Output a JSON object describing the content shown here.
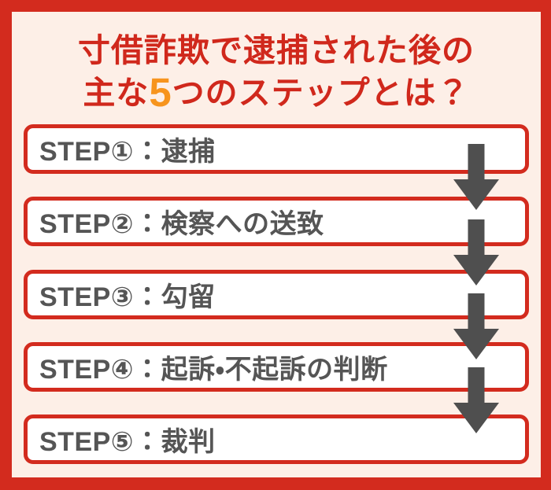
{
  "title": {
    "line1": "寸借詐欺で逮捕された後の",
    "line2_prefix": "主な",
    "line2_highlight": "5",
    "line2_suffix": "つのステップとは？"
  },
  "steps": [
    {
      "label": "STEP①：逮捕"
    },
    {
      "label": "STEP②：検察への送致"
    },
    {
      "label": "STEP③：勾留"
    },
    {
      "label": "STEP④：起訴・不起訴の判断"
    },
    {
      "label": "STEP⑤：裁判"
    }
  ],
  "icons": {
    "between_steps": "down-arrow-icon",
    "arrow_count": 4
  },
  "colors": {
    "frame_red": "#d32b1e",
    "box_border_red": "#d32b1e",
    "title_red": "#d0281c",
    "highlight_orange": "#f7941d",
    "background_cream": "#fdefe7",
    "box_white": "#ffffff",
    "step_text_gray": "#555555",
    "arrow_gray": "#4f4f4f"
  }
}
